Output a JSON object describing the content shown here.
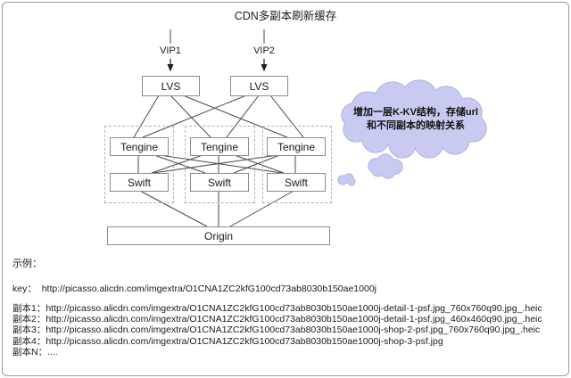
{
  "title": "CDN多副本刷新缓存",
  "diagram": {
    "vip1": "VIP1",
    "vip2": "VIP2",
    "lvs1": "LVS",
    "lvs2": "LVS",
    "tengine1": "Tengine",
    "tengine2": "Tengine",
    "tengine3": "Tengine",
    "swift1": "Swift",
    "swift2": "Swift",
    "swift3": "Swift",
    "origin": "Origin",
    "cloud_note_line1": "增加一层K-KV结构，存储url",
    "cloud_note_line2": "和不同副本的映射关系"
  },
  "example": {
    "section_label": "示例：",
    "key_label": "key：  ",
    "key_url": "http://picasso.alicdn.com/imgextra/O1CNA1ZC2kfG100cd73ab8030b150ae1000j",
    "replicas": [
      {
        "label": "副本1：",
        "url": "http://picasso.alicdn.com/imgextra/O1CNA1ZC2kfG100cd73ab8030b150ae1000j-detail-1-psf.jpg_760x760q90.jpg_.heic"
      },
      {
        "label": "副本2：",
        "url": "http://picasso.alicdn.com/imgextra/O1CNA1ZC2kfG100cd73ab8030b150ae1000j-detail-1-psf.jpg_460x460q90.jpg_.heic"
      },
      {
        "label": "副本3：",
        "url": "http://picasso.alicdn.com/imgextra/O1CNA1ZC2kfG100cd73ab8030b150ae1000j-shop-2-psf.jpg_760x760q90.jpg_.heic"
      },
      {
        "label": "副本4：",
        "url": "http://picasso.alicdn.com/imgextra/O1CNA1ZC2kfG100cd73ab8030b150ae1000j-shop-3-psf.jpg"
      },
      {
        "label": "副本N：",
        "url": "...."
      }
    ]
  },
  "colors": {
    "cloud_fill": "#c9caf2",
    "cloud_stroke": "#8f8fc4",
    "connector_line": "#4a4a4a",
    "box_border": "#8c8c8c",
    "dashed_border": "#b3b3b3",
    "frame_border": "#9a9a9a"
  }
}
